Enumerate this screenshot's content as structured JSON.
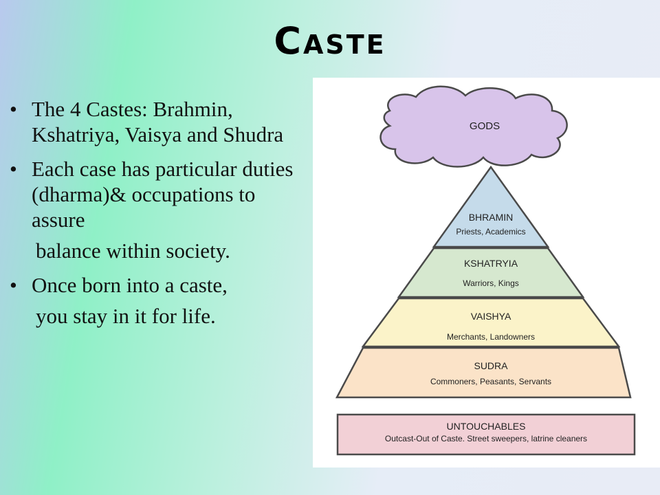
{
  "slide": {
    "title": "Caste"
  },
  "bullets": {
    "b1": "The 4 Castes: Brahmin, Kshatriya, Vaisya and Shudra",
    "b2": "Each case has particular duties (dharma)& occupations to assure",
    "b2_cont": "balance within society.",
    "b3": "Once born into a caste,",
    "b3_cont": "you stay in it for life."
  },
  "diagram": {
    "cloud": "GODS",
    "levels": [
      {
        "name": "BHRAMIN",
        "desc": "Priests, Academics",
        "color": "#c5dbea"
      },
      {
        "name": "KSHATRYIA",
        "desc": "Warriors, Kings",
        "color": "#d6e8cf"
      },
      {
        "name": "VAISHYA",
        "desc": "Merchants, Landowners",
        "color": "#fbf3c9"
      },
      {
        "name": "SUDRA",
        "desc": "Commoners, Peasants, Servants",
        "color": "#fbe3c8"
      }
    ],
    "base": {
      "name": "UNTOUCHABLES",
      "desc": "Outcast-Out of Caste. Street sweepers, latrine cleaners",
      "color": "#f2d0d6"
    },
    "cloud_color": "#d8c4ea"
  }
}
